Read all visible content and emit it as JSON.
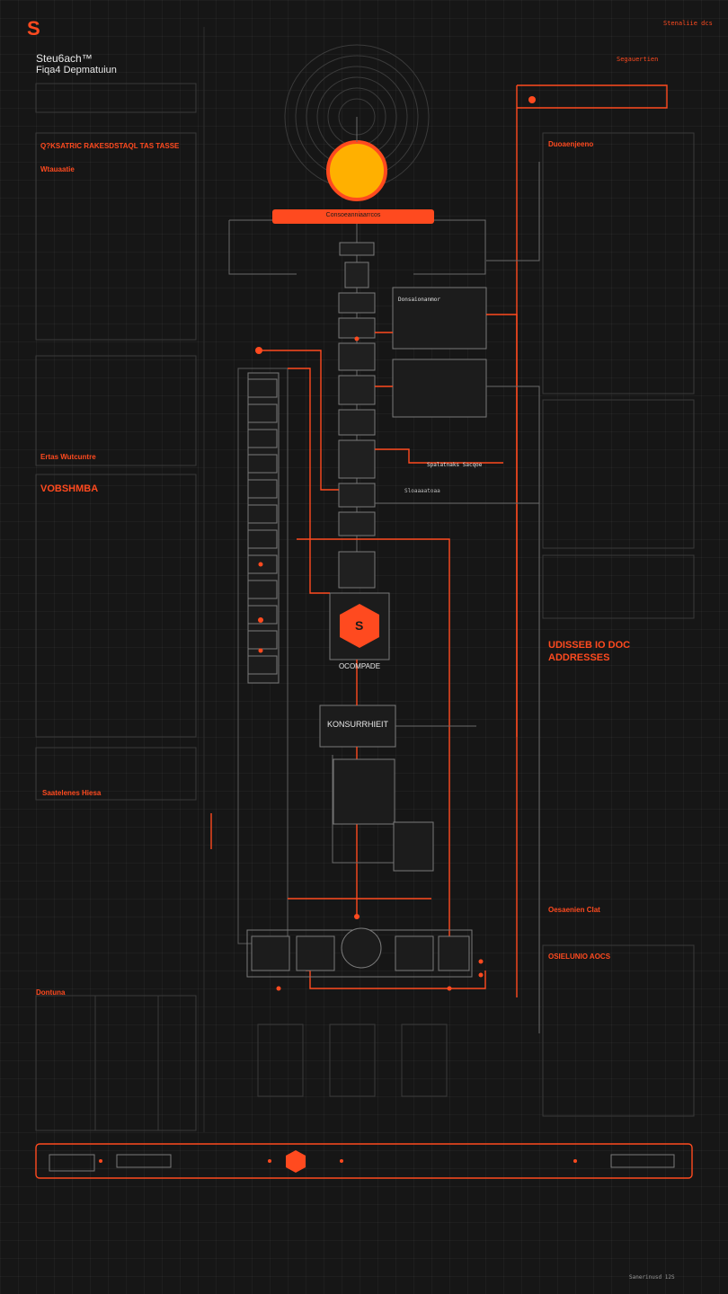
{
  "header": {
    "logo_letter": "S",
    "brand_name": "Steu6ach™",
    "brand_tagline": "Fiqa4 Depmatuiun",
    "corner_tag_top": "Stenaliie dcs",
    "corner_tag_right": "Segauertien"
  },
  "left_panel": {
    "block1_title": "Q?KSATRIC RAKESDSTAQL TAS TASSE",
    "block1_sub": "Wtauaatie",
    "block2_title": "Ertas Wutcuntre",
    "block3_title": "VOBSHMBA",
    "block4_title": "Saatelenes Hiesa",
    "block5_title": "Dontuna"
  },
  "center": {
    "top_bar_label": "Consoeanniaarrcos",
    "hex_letter": "S",
    "hex_label": "OCOMPADE",
    "command_label": "KONSURRHIEIT",
    "mid_caption": "Sloaaaatoaa",
    "right_caption": "Spalatnaks Sacqoe",
    "info_caption": "Donsaionanmor"
  },
  "right_panel": {
    "title1": "Duoaenjeeno",
    "title2": "ADDRESSES",
    "title2a": "UDISSEB IO DOC",
    "title3": "Oesaenien Clat",
    "title4": "OSIELUNIO AOCS"
  },
  "bottom": {
    "footer_stamp": "Sanerinusd 12S"
  },
  "colors": {
    "background": "#161616",
    "accent": "#ff4a1f",
    "sun_fill": "#ffb000",
    "line_gray": "#6a6a6a",
    "box_fill": "#202020"
  }
}
